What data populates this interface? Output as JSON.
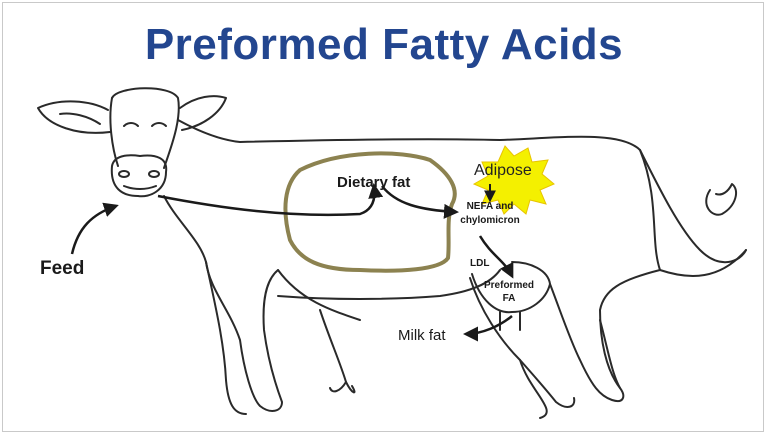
{
  "title": "Preformed Fatty Acids",
  "labels": {
    "feed": "Feed",
    "dietary_fat": "Dietary fat",
    "adipose": "Adipose",
    "nefa_line1": "NEFA and",
    "nefa_line2": "chylomicron",
    "ldl": "LDL",
    "preformed_line1": "Preformed",
    "preformed_line2": "FA",
    "milk_fat": "Milk fat"
  },
  "colors": {
    "title": "#23468f",
    "rumen_outline": "#8c8250",
    "adipose_burst": "#f4f000",
    "arrow": "#1a1a1a",
    "cow_outline": "#2a2a2a"
  },
  "icons": {
    "cow": "cow-outline",
    "adipose": "starburst"
  }
}
